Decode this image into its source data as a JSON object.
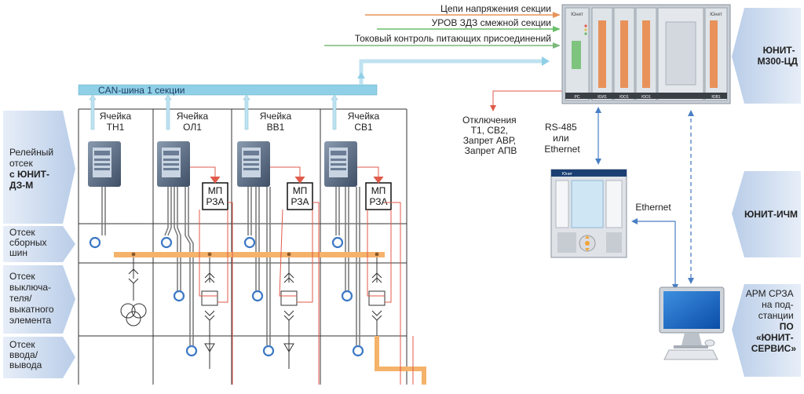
{
  "left_labels": {
    "relay": [
      "Релейный",
      "отсек",
      "с ЮНИТ-",
      "ДЗ-М"
    ],
    "busbar": [
      "Отсек",
      "сборных",
      "шин"
    ],
    "breaker": [
      "Отсек",
      "выключа-",
      "теля/",
      "выкатного",
      "элемента"
    ],
    "io": [
      "Отсек",
      "ввода/",
      "вывода"
    ]
  },
  "can_bus": "CAN-шина 1 секции",
  "cells": [
    {
      "title": "Ячейка",
      "name": "ТН1",
      "has_mp": false
    },
    {
      "title": "Ячейка",
      "name": "ОЛ1",
      "has_mp": true
    },
    {
      "title": "Ячейка",
      "name": "ВВ1",
      "has_mp": true
    },
    {
      "title": "Ячейка",
      "name": "СВ1",
      "has_mp": true
    }
  ],
  "mp_label": [
    "МП",
    "РЗА"
  ],
  "signals": [
    {
      "text": "Цепи напряжения секции",
      "color": "#e8935a"
    },
    {
      "text": "УРОВ ЗДЗ смежной секции",
      "color": "#6abf69"
    },
    {
      "text": "Токовый контроль питающих присоединений",
      "color": "#7ab87a"
    }
  ],
  "trips": [
    "Отключения",
    "Т1, СВ2,",
    "Запрет АВР,",
    "Запрет АПВ"
  ],
  "rs485": [
    "RS-485",
    "или",
    "Ethernet"
  ],
  "ethernet": "Ethernet",
  "right_labels": {
    "m300": [
      "ЮНИТ-",
      "М300-ЦД"
    ],
    "ichm": [
      "ЮНИТ-ИЧМ"
    ],
    "arm": [
      "АРМ СРЗА",
      "на под-",
      "станции",
      "ПО",
      "«ЮНИТ-",
      "СЕРВИС»"
    ]
  },
  "device_brand": "Юнит",
  "module_labels": [
    "РС",
    "ЮИ1",
    "ЮО1",
    "ЮО1",
    "",
    "ЮВ1"
  ],
  "colors": {
    "panel_blue": "#c9d9ee",
    "can_bus": "#8fd0e6",
    "orange_bus": "#f5b26b",
    "red_wire": "#e05a4a",
    "link_blue": "#4a7fc4"
  }
}
